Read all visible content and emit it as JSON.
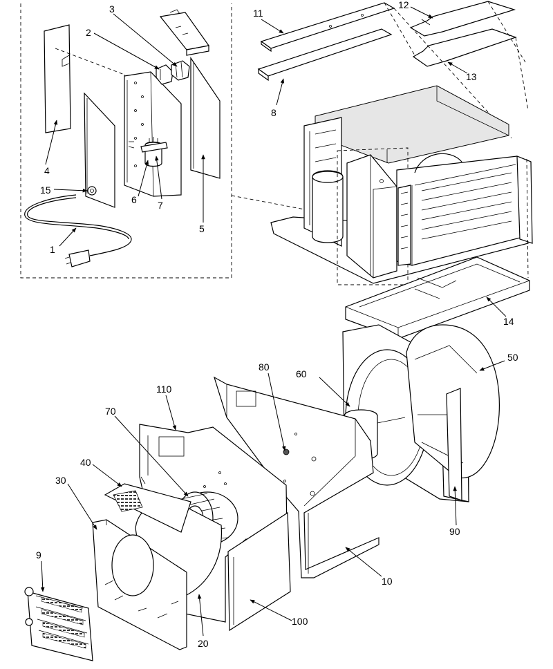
{
  "labels": {
    "p1": "1",
    "p2": "2",
    "p3": "3",
    "p4": "4",
    "p5": "5",
    "p6": "6",
    "p7": "7",
    "p8": "8",
    "p9": "9",
    "p10": "10",
    "p11": "11",
    "p12": "12",
    "p13": "13",
    "p14": "14",
    "p15": "15",
    "p20": "20",
    "p30": "30",
    "p40": "40",
    "p50": "50",
    "p60": "60",
    "p70": "70",
    "p80": "80",
    "p90": "90",
    "p100": "100",
    "p110": "110"
  }
}
